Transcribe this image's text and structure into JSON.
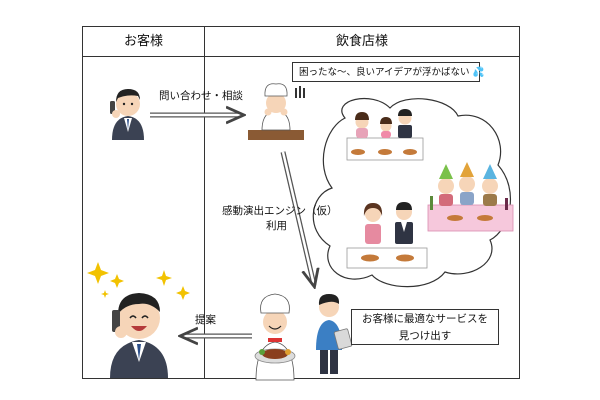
{
  "headers": {
    "customer": "お客様",
    "restaurant": "飲食店様"
  },
  "labels": {
    "inquiry": "問い合わせ・相談",
    "engine_line1": "感動演出エンジン（仮）",
    "engine_line2": "利用",
    "proposal": "提案"
  },
  "speech_bubble": "困ったな〜、良いアイデアが浮かばない",
  "callout": {
    "line1": "お客様に最適なサービスを",
    "line2": "見つけ出す"
  },
  "icons": [
    "customer-on-phone-icon",
    "worried-chef-icon",
    "family-dining-icon",
    "birthday-party-icon",
    "couple-dining-icon",
    "chef-with-steak-icon",
    "staff-with-tablet-icon",
    "happy-customer-on-phone-icon",
    "sparkle-icon"
  ]
}
